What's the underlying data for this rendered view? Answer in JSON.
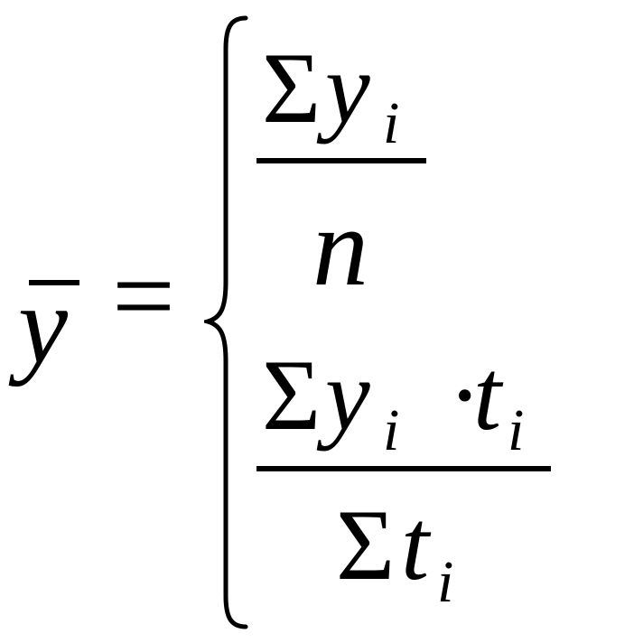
{
  "formula": {
    "lhs": {
      "variable": "y",
      "equals": "="
    },
    "case_1": {
      "numerator": {
        "sigma": "Σ",
        "variable": "y",
        "subscript": "i"
      },
      "denominator": {
        "variable": "n"
      }
    },
    "case_2": {
      "numerator": {
        "sigma": "Σ",
        "variable": "y",
        "subscript": "i",
        "dot": "·",
        "variable_2": "t",
        "subscript_2": "i"
      },
      "denominator": {
        "sigma": "Σ",
        "variable": "t",
        "subscript": "i"
      }
    }
  }
}
